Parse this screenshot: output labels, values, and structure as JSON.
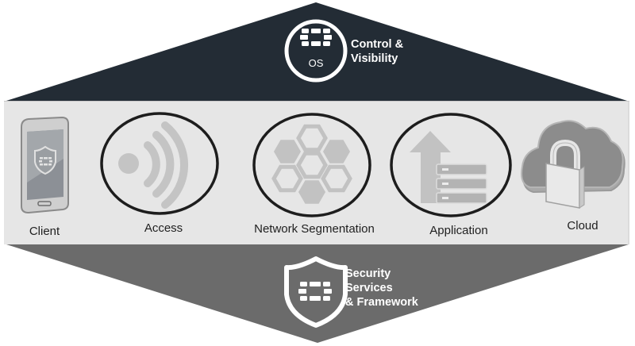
{
  "top_section": {
    "badge_text": "OS",
    "title_line1": "Control &",
    "title_line2": "Visibility",
    "color": "#232c35"
  },
  "middle_section": {
    "color": "#e6e6e6",
    "items": [
      {
        "label": "Client",
        "icon": "mobile-phone-shield-icon"
      },
      {
        "label": "Access",
        "icon": "wireless-signal-icon"
      },
      {
        "label": "Network Segmentation",
        "icon": "hexagon-cluster-icon"
      },
      {
        "label": "Application",
        "icon": "server-upload-arrow-icon"
      },
      {
        "label": "Cloud",
        "icon": "cloud-lock-icon"
      }
    ]
  },
  "bottom_section": {
    "title_line1": "Security",
    "title_line2": "Services",
    "title_line3": "& Framework",
    "color": "#6b6b6b"
  }
}
